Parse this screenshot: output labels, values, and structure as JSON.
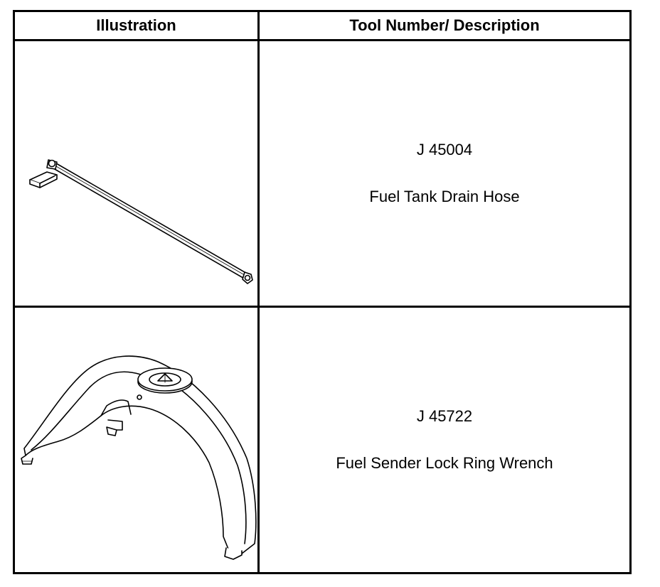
{
  "table": {
    "headers": {
      "illustration": "Illustration",
      "description": "Tool Number/ Description"
    },
    "rows": [
      {
        "tool_number": "J 45004",
        "description": "Fuel Tank Drain Hose",
        "illustration_icon": "fuel-tank-drain-hose-icon"
      },
      {
        "tool_number": "J 45722",
        "description": "Fuel Sender Lock Ring Wrench",
        "illustration_icon": "lock-ring-wrench-icon"
      }
    ]
  }
}
